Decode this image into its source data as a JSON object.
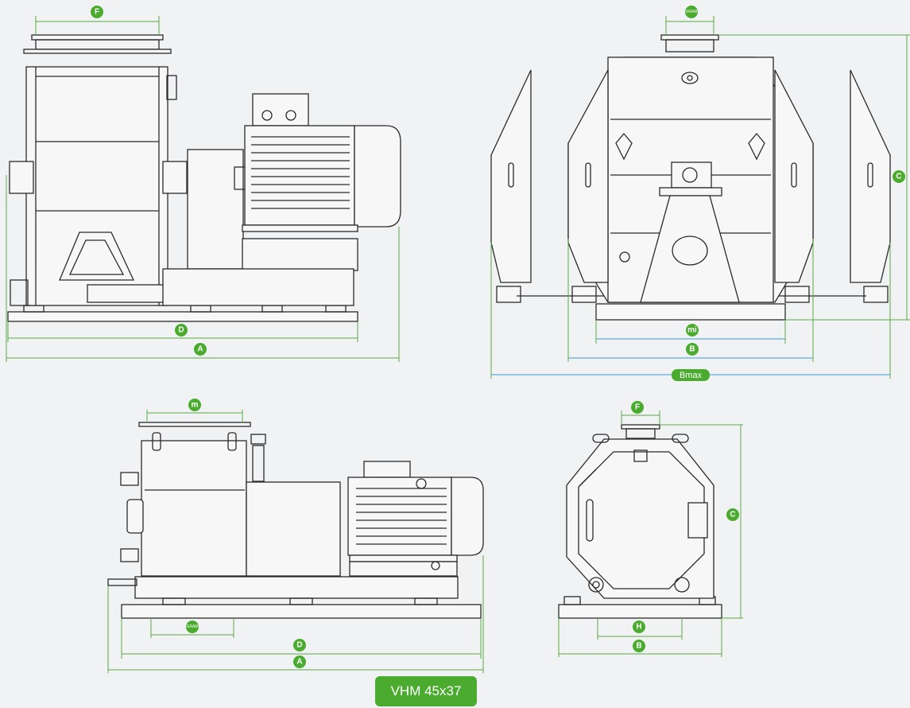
{
  "colors": {
    "dimension_green": "#4aab2f",
    "dimension_blue": "#3a9bd6",
    "background": "#f1f2f4",
    "line": "#2a2a2a"
  },
  "views": {
    "top_left": {
      "label_f": "F",
      "label_d": "D",
      "label_a": "A"
    },
    "top_right": {
      "label_top": "GRAM",
      "label_c": "C",
      "label_mi": "mi",
      "label_b": "B",
      "label_bmax": "Bmax"
    },
    "bottom_left": {
      "label_m": "m",
      "label_gram": "GRAM",
      "label_d": "D",
      "label_a": "A"
    },
    "bottom_right": {
      "label_f": "F",
      "label_c": "C",
      "label_h": "H",
      "label_b": "B"
    }
  },
  "model": {
    "name": "VHM 45x37"
  }
}
